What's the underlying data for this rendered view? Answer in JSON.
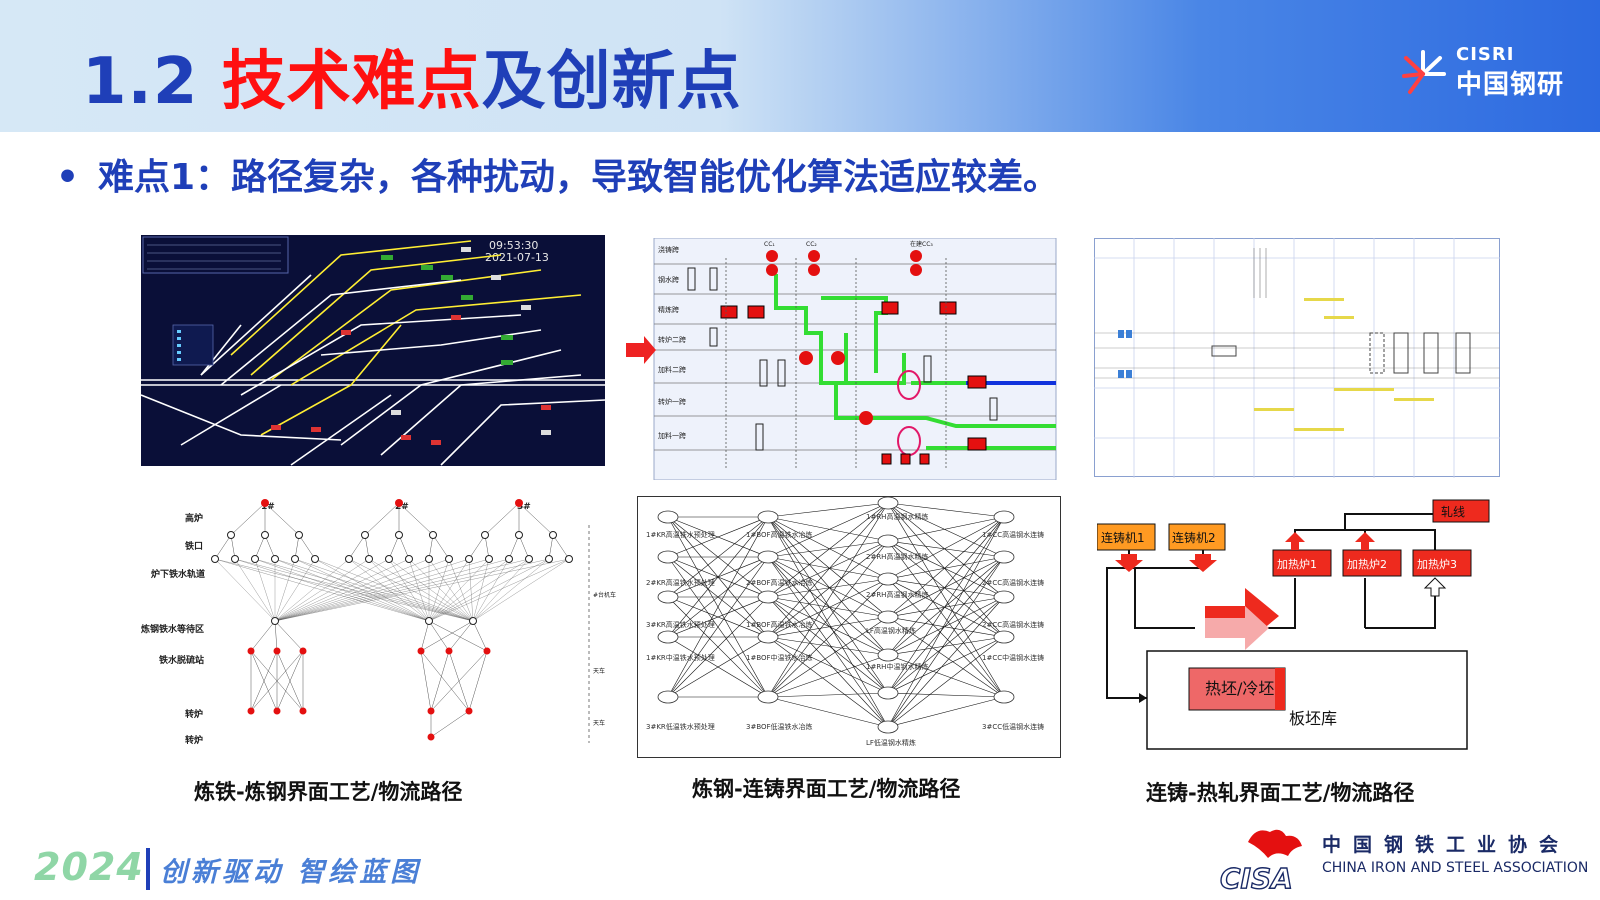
{
  "header": {
    "title_num": "1.2 ",
    "title_red": "技术难点",
    "title_rest": "及创新点",
    "logo_en": "CISRI",
    "logo_cn": "中国钢研"
  },
  "bullet": {
    "text": "难点1：路径复杂，各种扰动，导致智能优化算法适应较差。"
  },
  "panels": {
    "p1": {
      "time": "09:53:30",
      "date": "2021-07-13"
    },
    "p2": {
      "rows": [
        "浇铸跨",
        "钢水跨",
        "精炼跨",
        "转炉二跨",
        "加料二跨",
        "转炉一跨",
        "加料一跨"
      ],
      "cc": [
        "CC₁",
        "CC₂",
        "在建CC₃"
      ]
    },
    "p4": {
      "levels": [
        "高炉",
        "铁口",
        "炉下铁水轨道",
        "炼钢铁水等待区",
        "铁水脱硫站",
        "转炉",
        "转炉"
      ],
      "furnaces": [
        "1#",
        "2#",
        "3#"
      ],
      "side": [
        "#台机车",
        "天车",
        "天车"
      ]
    },
    "p5": {
      "col1": [
        "1#KR高温铁水预处理",
        "2#KR高温铁水预处理",
        "3#KR高温铁水预处理",
        "1#KR中温铁水预处理",
        "3#KR低温铁水预处理"
      ],
      "col2": [
        "1#BOF高温铁水冶炼",
        "2#BOF高温铁水冶炼",
        "1#BOF高温铁水冶炼",
        "1#BOF中温铁水冶炼",
        "3#BOF低温铁水冶炼"
      ],
      "col3": [
        "1#RH高温钢水精炼",
        "2#RH高温钢水精炼",
        "2#RH高温钢水精炼",
        "LF高温钢水精炼",
        "1#RH中温钢水精炼",
        "LF低温钢水精炼"
      ],
      "col4": [
        "1#CC高温钢水连铸",
        "2#CC高温钢水连铸",
        "2#CC高温钢水连铸",
        "1#CC中温钢水连铸",
        "3#CC低温钢水连铸"
      ]
    },
    "p6": {
      "caster1": "连铸机1",
      "caster2": "连铸机2",
      "mill": "轧线",
      "furnace1": "加热炉1",
      "furnace2": "加热炉2",
      "furnace3": "加热炉3",
      "hot_cold": "热坯/冷坯",
      "yard": "板坯库"
    }
  },
  "captions": {
    "c1": "炼铁-炼钢界面工艺/物流路径",
    "c2": "炼钢-连铸界面工艺/物流路径",
    "c3": "连铸-热轧界面工艺/物流路径"
  },
  "footer": {
    "year": "2024",
    "slogan": "创新驱动 智绘蓝图",
    "cisa_cn": "中国钢铁工业协会",
    "cisa_en": "CHINA IRON AND STEEL ASSOCIATION",
    "cisa_logo": "CISA"
  },
  "colors": {
    "title_blue": "#1f3fb8",
    "title_red": "#ff1010",
    "header_gradient_end": "#2d6ae0",
    "flow_green": "#33dd33",
    "node_red": "#e41010"
  }
}
